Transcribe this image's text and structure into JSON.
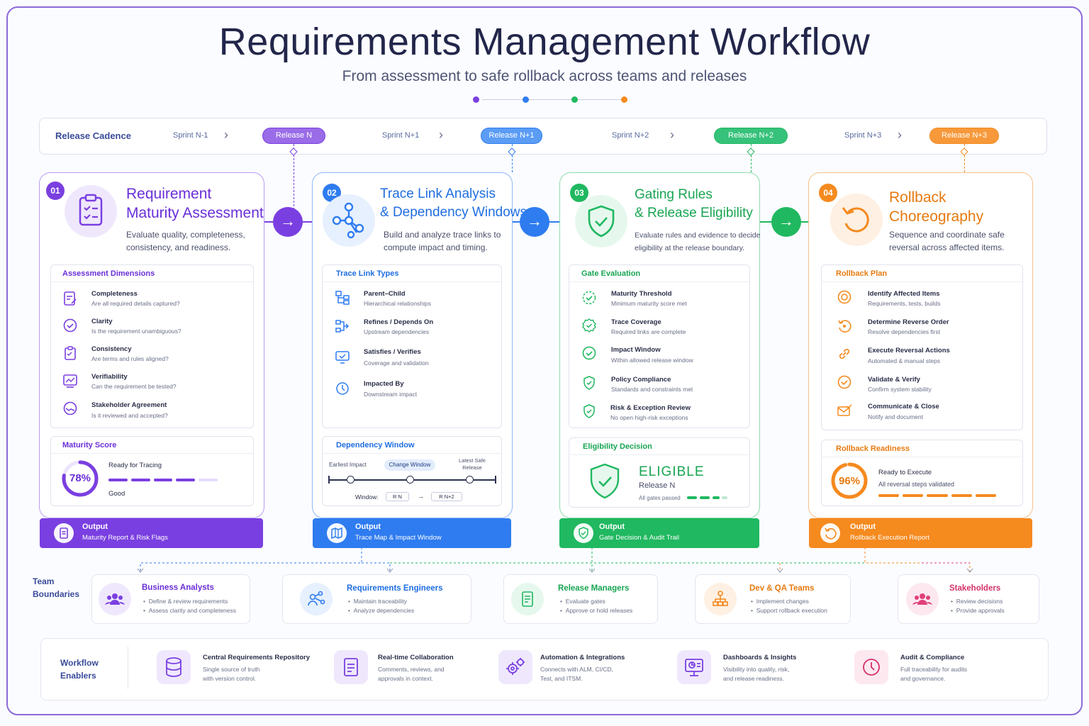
{
  "header": {
    "title": "Requirements Management Workflow",
    "subtitle": "From assessment to safe rollback across teams and releases"
  },
  "colors": {
    "purple": "#7a3fe0",
    "blue": "#2f7cf0",
    "green": "#20b860",
    "orange": "#f58a1f"
  },
  "cadence": {
    "label": "Release Cadence",
    "sprints": [
      "Sprint N-1",
      "Sprint N+1",
      "Sprint N+2",
      "Sprint N+3"
    ],
    "releases": [
      "Release N",
      "Release N+1",
      "Release N+2",
      "Release N+3"
    ]
  },
  "stages": [
    {
      "num": "01",
      "title_line1": "Requirement",
      "title_line2": "Maturity Assessment",
      "desc_line1": "Evaluate quality, completeness,",
      "desc_line2": "consistency, and readiness.",
      "panel_title": "Assessment Dimensions",
      "items": [
        {
          "t": "Completeness",
          "d": "Are all required details captured?"
        },
        {
          "t": "Clarity",
          "d": "Is the requirement unambiguous?"
        },
        {
          "t": "Consistency",
          "d": "Are terms and rules aligned?"
        },
        {
          "t": "Verifiability",
          "d": "Can the requirement be tested?"
        },
        {
          "t": "Stakeholder Agreement",
          "d": "Is it reviewed and accepted?"
        }
      ],
      "sub_title": "Maturity Score",
      "score": "78%",
      "score_value": 0.78,
      "score_label": "Ready for Tracing",
      "score_note": "Good",
      "output_title": "Output",
      "output_sub": "Maturity Report & Risk Flags"
    },
    {
      "num": "02",
      "title_line1": "Trace Link Analysis",
      "title_line2": "& Dependency Windows",
      "desc_line1": "Build and analyze trace links to",
      "desc_line2": "compute impact and timing.",
      "panel_title": "Trace Link Types",
      "items": [
        {
          "t": "Parent–Child",
          "d": "Hierarchical relationships"
        },
        {
          "t": "Refines / Depends On",
          "d": "Upstream dependencies"
        },
        {
          "t": "Satisfies / Verifies",
          "d": "Coverage and validation"
        },
        {
          "t": "Impacted By",
          "d": "Downstream impact"
        }
      ],
      "sub_title": "Dependency Window",
      "window": {
        "earliest": "Earliest Impact",
        "change": "Change Window",
        "latest_line1": "Latest Safe",
        "latest_line2": "Release",
        "window_label": "Window:",
        "from": "R N",
        "arrow": "→",
        "to": "R N+2"
      },
      "output_title": "Output",
      "output_sub": "Trace Map & Impact Window"
    },
    {
      "num": "03",
      "title_line1": "Gating Rules",
      "title_line2": "& Release Eligibility",
      "desc_line1": "Evaluate rules and evidence to decide",
      "desc_line2": "eligibility at the release boundary.",
      "panel_title": "Gate Evaluation",
      "items": [
        {
          "t": "Maturity Threshold",
          "d": "Minimum maturity score met"
        },
        {
          "t": "Trace Coverage",
          "d": "Required links are complete"
        },
        {
          "t": "Impact Window",
          "d": "Within allowed release window"
        },
        {
          "t": "Policy Compliance",
          "d": "Standards and constraints met"
        },
        {
          "t": "Risk & Exception Review",
          "d": "No open high-risk exceptions"
        }
      ],
      "sub_title": "Eligibility Decision",
      "decision": "ELIGIBLE",
      "decision_release": "Release N",
      "decision_note": "All gates passed",
      "output_title": "Output",
      "output_sub": "Gate Decision & Audit Trail"
    },
    {
      "num": "04",
      "title_line1": "Rollback",
      "title_line2": "Choreography",
      "desc_line1": "Sequence and coordinate safe",
      "desc_line2": "reversal across affected items.",
      "panel_title": "Rollback Plan",
      "items": [
        {
          "t": "Identify Affected Items",
          "d": "Requirements, tests, builds"
        },
        {
          "t": "Determine Reverse Order",
          "d": "Resolve dependencies first"
        },
        {
          "t": "Execute Reversal Actions",
          "d": "Automated & manual steps"
        },
        {
          "t": "Validate & Verify",
          "d": "Confirm system stability"
        },
        {
          "t": "Communicate & Close",
          "d": "Notify and document"
        }
      ],
      "sub_title": "Rollback Readiness",
      "score": "96%",
      "score_value": 0.96,
      "score_label": "Ready to Execute",
      "score_note": "All reversal steps validated",
      "output_title": "Output",
      "output_sub": "Rollback Execution Report"
    }
  ],
  "teams": {
    "label_line1": "Team",
    "label_line2": "Boundaries",
    "items": [
      {
        "name": "Business Analysts",
        "b1": "Define & review requirements",
        "b2": "Assess clarity and completeness",
        "color": "#7a3fe0"
      },
      {
        "name": "Requirements Engineers",
        "b1": "Maintain traceability",
        "b2": "Analyze dependencies",
        "color": "#2f7cf0"
      },
      {
        "name": "Release Managers",
        "b1": "Evaluate gates",
        "b2": "Approve or hold releases",
        "color": "#20b860"
      },
      {
        "name": "Dev & QA Teams",
        "b1": "Implement changes",
        "b2": "Support rollback execution",
        "color": "#f58a1f"
      },
      {
        "name": "Stakeholders",
        "b1": "Review decisions",
        "b2": "Provide approvals",
        "color": "#e0407a"
      }
    ]
  },
  "enablers": {
    "label_line1": "Workflow",
    "label_line2": "Enablers",
    "items": [
      {
        "t": "Central Requirements Repository",
        "d1": "Single source of truth",
        "d2": "with version control."
      },
      {
        "t": "Real-time Collaboration",
        "d1": "Comments, reviews, and",
        "d2": "approvals in context."
      },
      {
        "t": "Automation & Integrations",
        "d1": "Connects with ALM, CI/CD,",
        "d2": "Test, and ITSM."
      },
      {
        "t": "Dashboards & Insights",
        "d1": "Visibility into quality, risk,",
        "d2": "and release readiness."
      },
      {
        "t": "Audit & Compliance",
        "d1": "Full traceability for audits",
        "d2": "and governance."
      }
    ]
  }
}
